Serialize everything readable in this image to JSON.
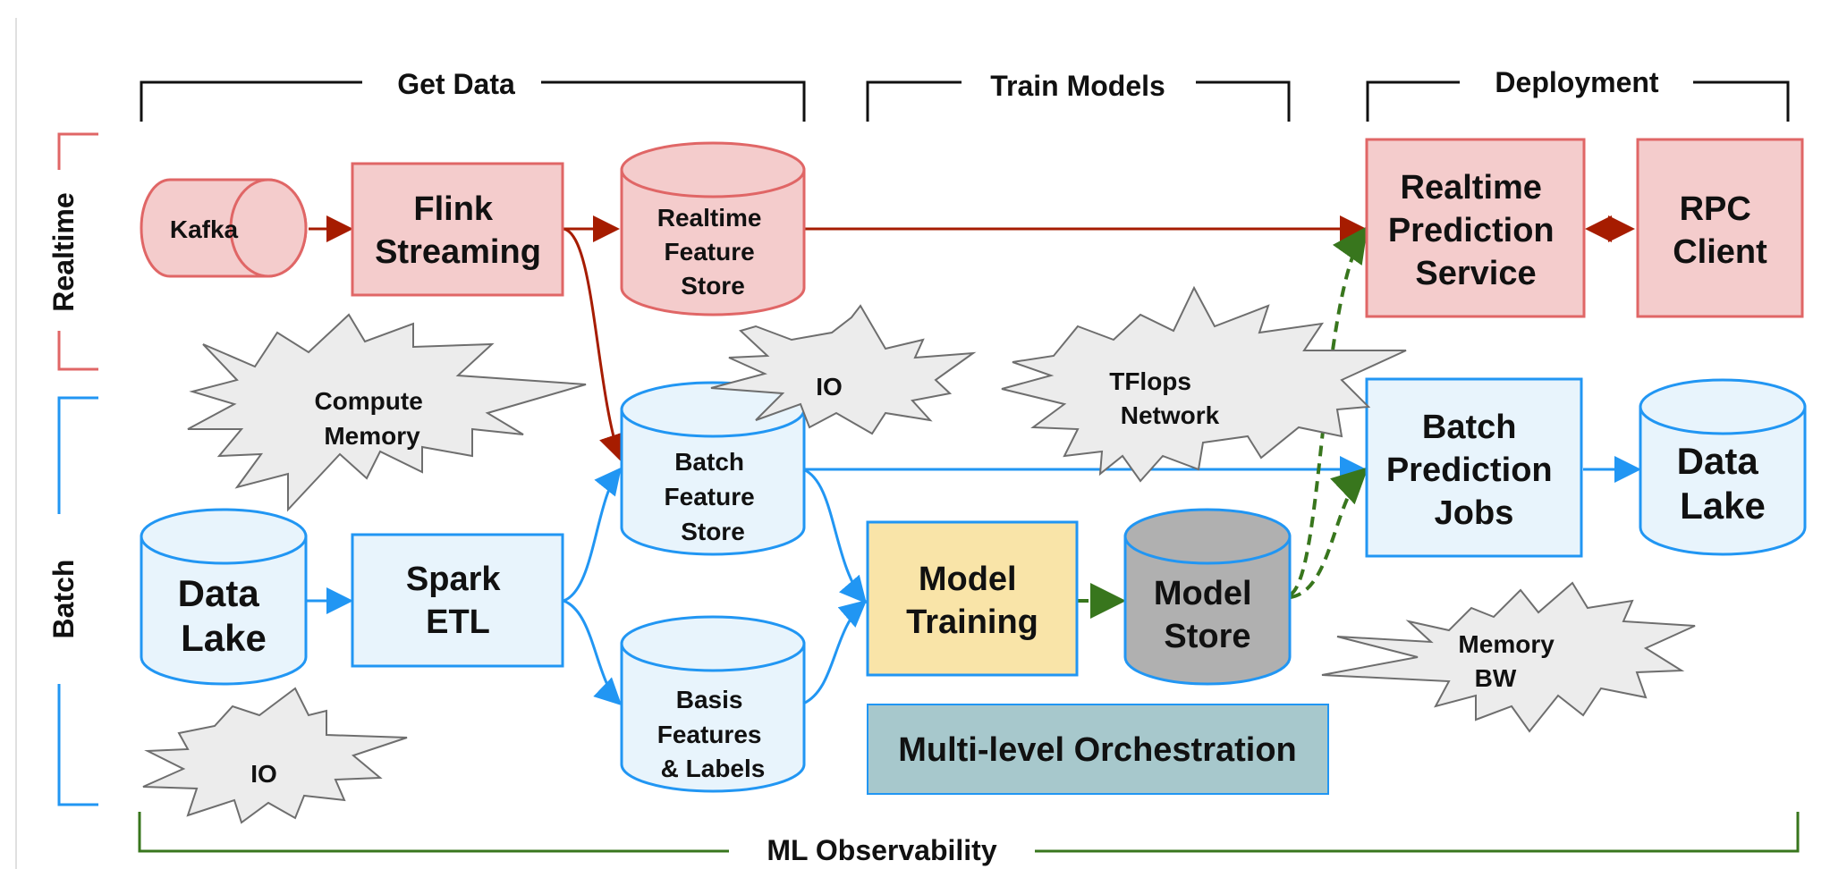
{
  "groups": {
    "get_data": "Get Data",
    "train_models": "Train Models",
    "deployment": "Deployment",
    "ml_observability": "ML Observability"
  },
  "lanes": {
    "realtime": "Realtime",
    "batch": "Batch"
  },
  "nodes": {
    "kafka": "Kafka",
    "flink": [
      "Flink",
      "Streaming"
    ],
    "rt_feature_store": [
      "Realtime",
      "Feature",
      "Store"
    ],
    "rt_prediction": [
      "Realtime",
      "Prediction",
      "Service"
    ],
    "rpc_client": [
      "RPC",
      "Client"
    ],
    "data_lake_in": [
      "Data",
      "Lake"
    ],
    "spark_etl": [
      "Spark",
      "ETL"
    ],
    "batch_feature_store": [
      "Batch",
      "Feature",
      "Store"
    ],
    "basis_features": [
      "Basis",
      "Features",
      "& Labels"
    ],
    "model_training": [
      "Model",
      "Training"
    ],
    "model_store": [
      "Model",
      "Store"
    ],
    "batch_prediction": [
      "Batch",
      "Prediction",
      "Jobs"
    ],
    "data_lake_out": [
      "Data",
      "Lake"
    ],
    "orchestration": "Multi-level Orchestration"
  },
  "callouts": {
    "compute_memory": [
      "Compute",
      "Memory"
    ],
    "io_top": "IO",
    "tflops_network": [
      "TFlops",
      "Network"
    ],
    "memory_bw": [
      "Memory",
      "BW"
    ],
    "io_bottom": "IO"
  },
  "colors": {
    "realtime_fill": "#f4cccc",
    "realtime_stroke": "#e06666",
    "realtime_arrow": "#a61c00",
    "batch_fill": "#e8f4fc",
    "batch_stroke": "#2196f3",
    "training_fill": "#f9e4a8",
    "model_store_fill": "#b0b0b0",
    "orchestration_fill": "#a7c8cc",
    "deploy_arrow": "#38761d",
    "callout_fill": "#ececec"
  }
}
